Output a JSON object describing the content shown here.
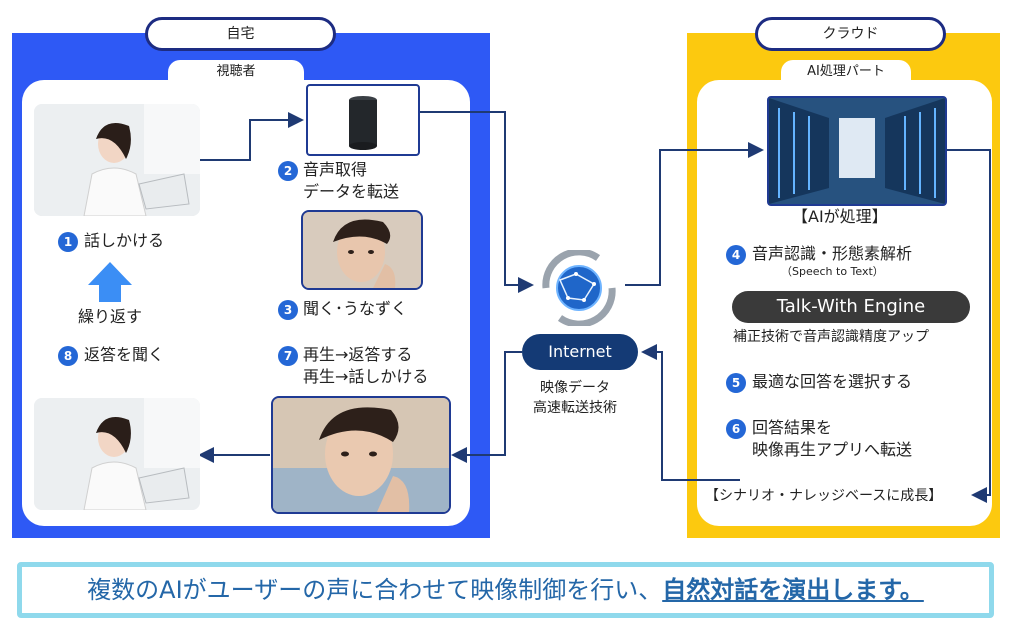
{
  "home": {
    "title": "自宅",
    "viewer_tab": "視聴者",
    "step1": "話しかける",
    "step2_line1": "音声取得",
    "step2_line2": "データを転送",
    "step3": "聞く･うなずく",
    "repeat": "繰り返す",
    "step7_line1": "再生→返答する",
    "step7_line2": "再生→話しかける",
    "step8": "返答を聞く",
    "nums": {
      "n1": "1",
      "n2": "2",
      "n3": "3",
      "n7": "7",
      "n8": "8"
    }
  },
  "network": {
    "internet": "Internet",
    "caption_line1": "映像データ",
    "caption_line2": "高速転送技術"
  },
  "cloud": {
    "title": "クラウド",
    "part_tab": "AI処理パート",
    "ai_processing": "【AIが処理】",
    "step4": "音声認識・形態素解析",
    "step4_sub": "（Speech to Text）",
    "engine": "Talk-With Engine",
    "engine_sub": "補正技術で音声認識精度アップ",
    "step5": "最適な回答を選択する",
    "step6_line1": "回答結果を",
    "step6_line2": "映像再生アプリへ転送",
    "growth": "【シナリオ・ナレッジベースに成長】",
    "nums": {
      "n4": "4",
      "n5": "5",
      "n6": "6"
    }
  },
  "banner": {
    "text_plain": "複数のAIがユーザーの声に合わせて映像制御を行い、",
    "text_bold": "自然対話を演出します。"
  },
  "colors": {
    "home_blue": "#2e59f5",
    "cloud_yellow": "#fcc90f",
    "step_blue": "#2467d6",
    "navy": "#143a75",
    "banner_border": "#8fd9ec"
  }
}
